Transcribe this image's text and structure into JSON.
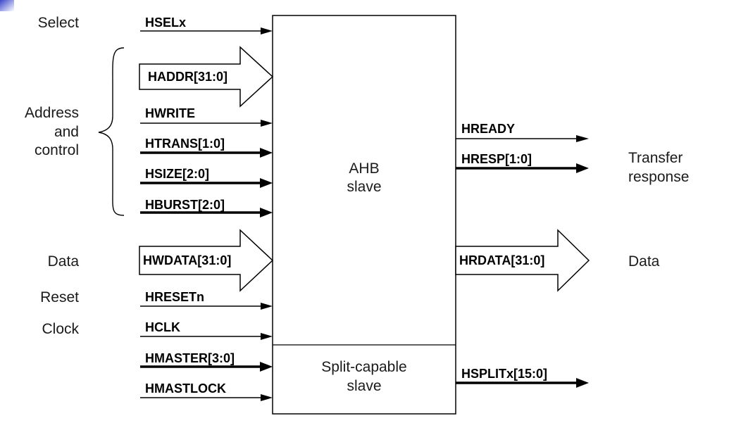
{
  "group_labels": {
    "select": "Select",
    "address_line1": "Address",
    "address_line2": "and",
    "address_line3": "control",
    "data_in": "Data",
    "reset": "Reset",
    "clock": "Clock",
    "transfer_line1": "Transfer",
    "transfer_line2": "response",
    "data_out": "Data"
  },
  "block": {
    "main_line1": "AHB",
    "main_line2": "slave",
    "split_line1": "Split-capable",
    "split_line2": "slave"
  },
  "inputs": {
    "hsel": "HSELx",
    "haddr": "HADDR[31:0]",
    "hwrite": "HWRITE",
    "htrans": "HTRANS[1:0]",
    "hsize": "HSIZE[2:0]",
    "hburst": "HBURST[2:0]",
    "hwdata": "HWDATA[31:0]",
    "hresetn": "HRESETn",
    "hclk": "HCLK",
    "hmaster": "HMASTER[3:0]",
    "hmastlock": "HMASTLOCK"
  },
  "outputs": {
    "hready": "HREADY",
    "hresp": "HRESP[1:0]",
    "hrdata": "HRDATA[31:0]",
    "hsplit": "HSPLITx[15:0]"
  },
  "colors": {
    "accent_corner": "#3b46c8",
    "line": "#000000"
  }
}
